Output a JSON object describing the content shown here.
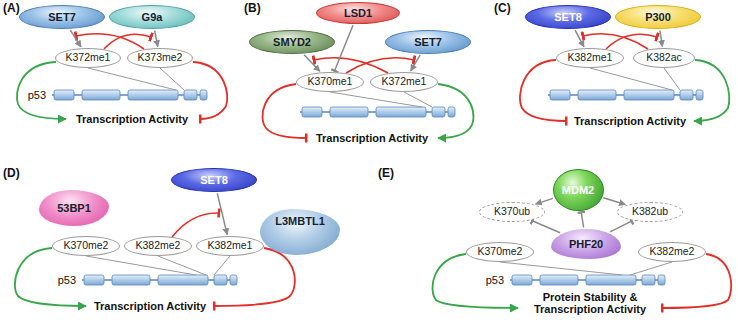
{
  "diagram": {
    "nodes": [
      {
        "text": [
          "SET7"
        ]
      },
      {
        "text": [
          "G9a"
        ]
      },
      {
        "text": [
          "K372me1"
        ]
      },
      {
        "text": [
          "K373me2"
        ]
      },
      {
        "text": [
          "LSD1"
        ]
      },
      {
        "text": [
          "SMYD2"
        ]
      },
      {
        "text": [
          "SET7"
        ]
      },
      {
        "text": [
          "K370me1"
        ]
      },
      {
        "text": [
          "K372me1"
        ]
      },
      {
        "text": [
          "SET8"
        ]
      },
      {
        "text": [
          "P300"
        ]
      },
      {
        "text": [
          "K382me1"
        ]
      },
      {
        "text": [
          "K382ac"
        ]
      },
      {
        "text": [
          "53BP1"
        ]
      },
      {
        "text": [
          "SET8"
        ]
      },
      {
        "text": [
          "K370me2"
        ]
      },
      {
        "text": [
          "K382me2"
        ]
      },
      {
        "text": [
          "K382me1"
        ]
      },
      {
        "text": [
          "L3MBTL1"
        ]
      },
      {
        "text": [
          "MDM2"
        ]
      },
      {
        "text": [
          "K370ub"
        ]
      },
      {
        "text": [
          "K382ub"
        ]
      },
      {
        "text": [
          "PHF20"
        ]
      },
      {
        "text": [
          "K370me2"
        ]
      },
      {
        "text": [
          "K382me2"
        ]
      }
    ],
    "edges": [
      {
        "from": 0,
        "to": 2,
        "arrow": "to"
      },
      {
        "from": 1,
        "to": 3,
        "arrow": "to"
      },
      {
        "from": 4,
        "to": 7,
        "arrow": "to"
      },
      {
        "from": 5,
        "to": 7,
        "arrow": "to"
      },
      {
        "from": 6,
        "to": 8,
        "arrow": "to"
      },
      {
        "from": 9,
        "to": 11,
        "arrow": "to"
      },
      {
        "from": 10,
        "to": 12,
        "arrow": "to"
      },
      {
        "from": 14,
        "to": 17,
        "arrow": "to"
      },
      {
        "from": 19,
        "to": 20,
        "arrow": "to"
      },
      {
        "from": 19,
        "to": 21,
        "arrow": "to"
      },
      {
        "from": 22,
        "to": 19,
        "arrow": "to"
      },
      {
        "from": 22,
        "to": 20,
        "arrow": "to"
      },
      {
        "from": 22,
        "to": 21,
        "arrow": "to"
      }
    ],
    "labels": [
      "(A)",
      "p53",
      "Transcription Activity",
      "(B)",
      "Transcription Activity",
      "(C)",
      "Transcription Activity",
      "(D)",
      "p53",
      "Transcription Activity",
      "(E)",
      "p53",
      "Protein Stability & Transcription Activity"
    ]
  }
}
